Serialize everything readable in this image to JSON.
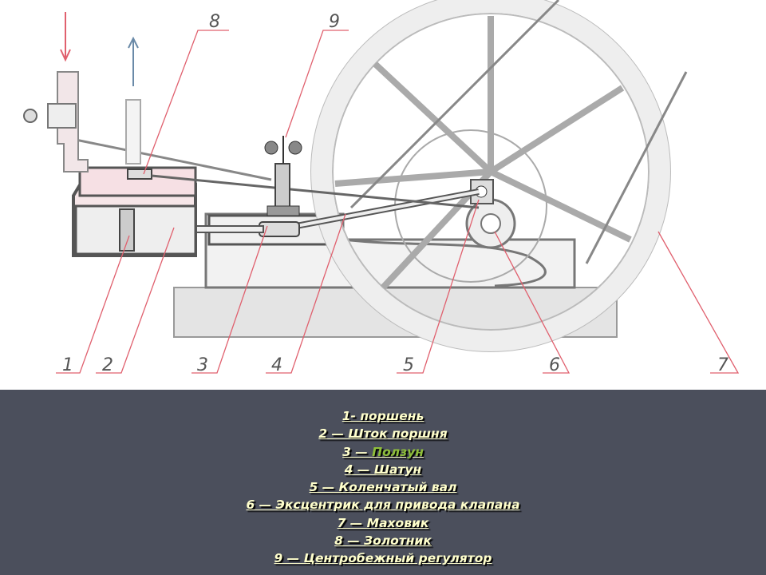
{
  "diagram": {
    "callouts": [
      "1",
      "2",
      "3",
      "4",
      "5",
      "6",
      "7",
      "8",
      "9"
    ]
  },
  "legend": {
    "items": [
      {
        "prefix": "1- поршень",
        "text": ""
      },
      {
        "prefix": "2 — Шток поршня",
        "text": ""
      },
      {
        "prefix": "3 — ",
        "text": "Ползун"
      },
      {
        "prefix": "4 — Шатун",
        "text": ""
      },
      {
        "prefix": "5 — Коленчатый вал",
        "text": ""
      },
      {
        "prefix": "6 — Эксцентрик для привода клапана",
        "text": ""
      },
      {
        "prefix": "7 — Маховик",
        "text": ""
      },
      {
        "prefix": "8 — Золотник",
        "text": ""
      },
      {
        "prefix": "9 — Центробежный регулятор",
        "text": ""
      }
    ]
  },
  "colors": {
    "leader": "#e0606e",
    "background": "#4b4f5c",
    "text": "#ffffcc",
    "link": "#8fbf3a"
  }
}
